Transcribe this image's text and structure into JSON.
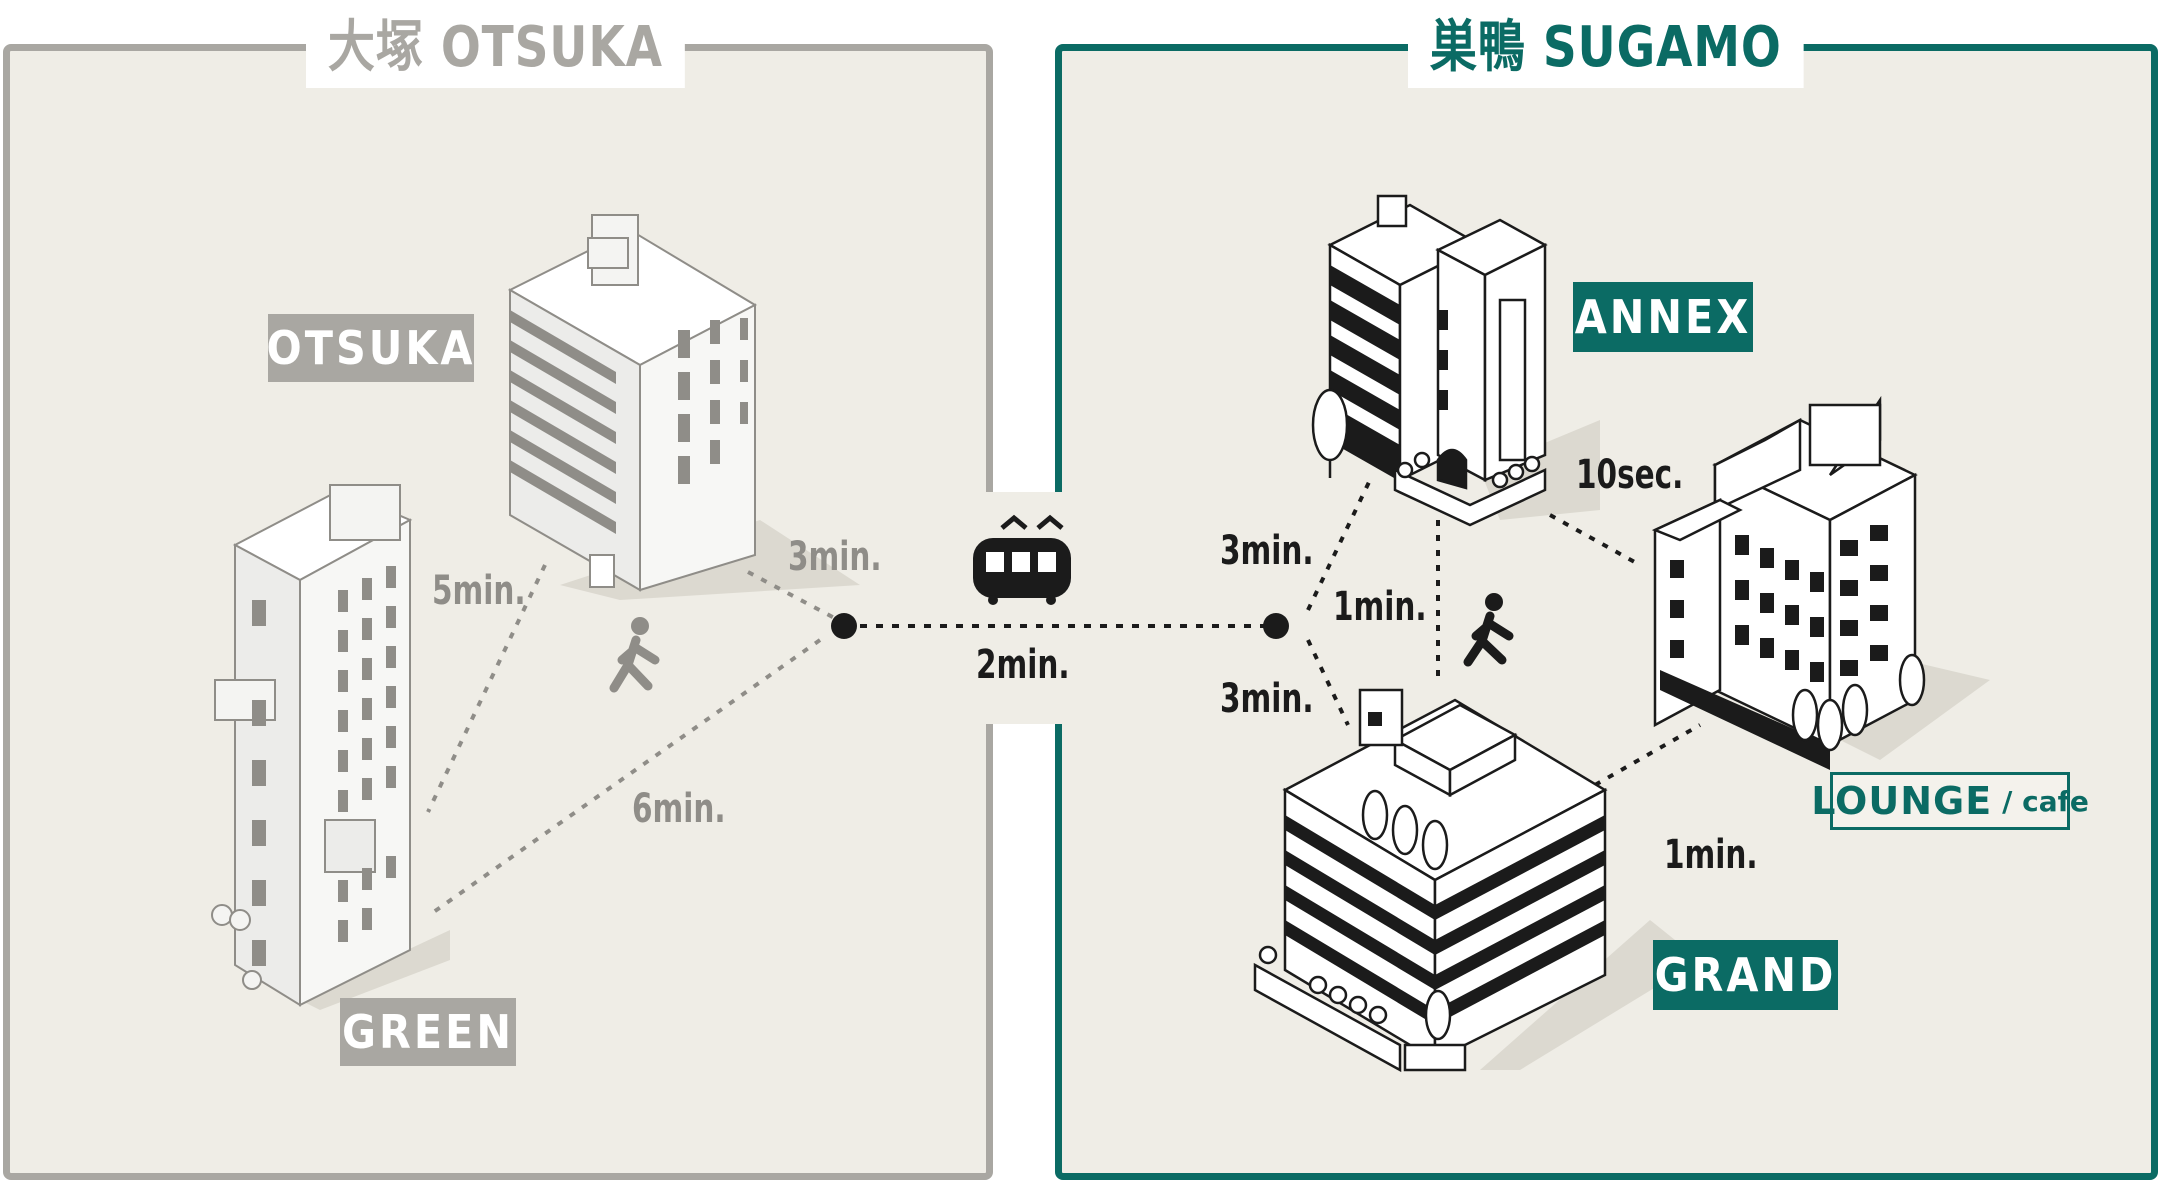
{
  "areas": {
    "otsuka": {
      "title": "大塚 OTSUKA",
      "color": "#a9a7a2"
    },
    "sugamo": {
      "title": "巣鴨 SUGAMO",
      "color": "#0b6b64"
    }
  },
  "buildings": {
    "otsuka": "OTSUKA",
    "green": "GREEN",
    "annex": "ANNEX",
    "grand": "GRAND",
    "lounge": {
      "name": "LOUNGE",
      "suffix": "/ cafe"
    }
  },
  "routes": {
    "otsuka_to_station": "3min.",
    "otsuka_to_green": "5min.",
    "green_to_station": "6min.",
    "train": "2min.",
    "sugamo_to_annex": "3min.",
    "sugamo_to_grand": "3min.",
    "annex_to_grand": "1min.",
    "annex_to_lounge": "10sec.",
    "grand_to_lounge": "1min."
  },
  "icons": [
    "train-icon",
    "walking-person-icon"
  ]
}
